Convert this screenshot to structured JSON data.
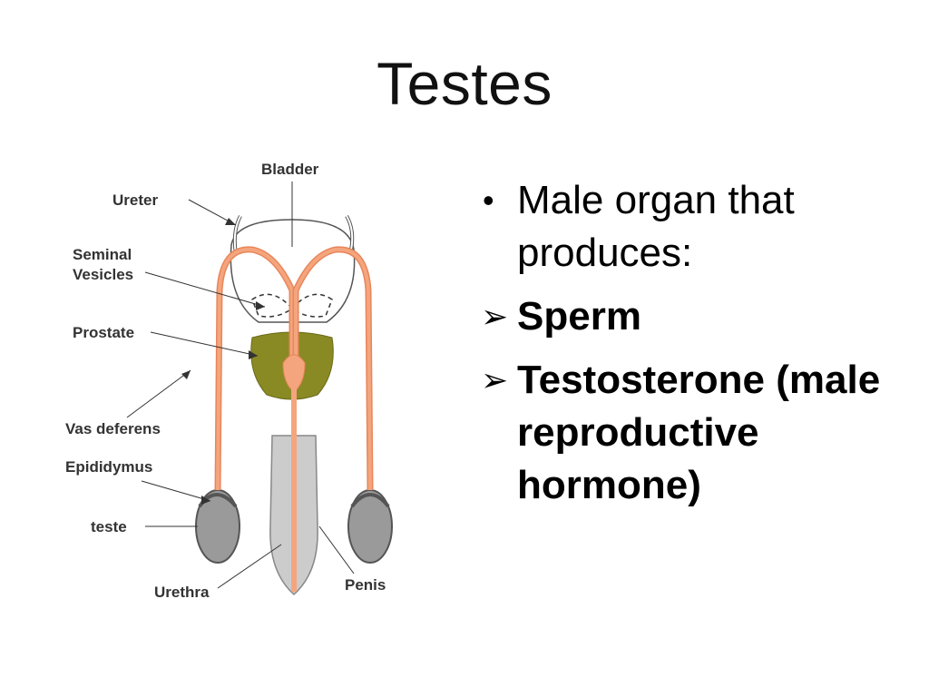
{
  "slide": {
    "title": "Testes",
    "bullets": [
      {
        "text": "Male organ that produces:"
      }
    ],
    "sub_bullets": [
      {
        "marker": "➢",
        "text": "Sperm"
      },
      {
        "marker": "➢",
        "text": "Testosterone (male reproductive hormone)"
      }
    ],
    "bullet_marker": "•"
  },
  "diagram": {
    "labels": {
      "bladder": "Bladder",
      "ureter": "Ureter",
      "seminal_line1": "Seminal",
      "seminal_line2": "Vesicles",
      "prostate": "Prostate",
      "vas_deferens": "Vas deferens",
      "epididymus": "Epididymus",
      "teste": "teste",
      "urethra": "Urethra",
      "penis": "Penis"
    },
    "colors": {
      "duct": "#f4a57d",
      "duct_stroke": "#e8865a",
      "prostate": "#8a8a24",
      "teste": "#9a9a9a",
      "penis": "#cccccc",
      "outline": "#555555"
    }
  }
}
